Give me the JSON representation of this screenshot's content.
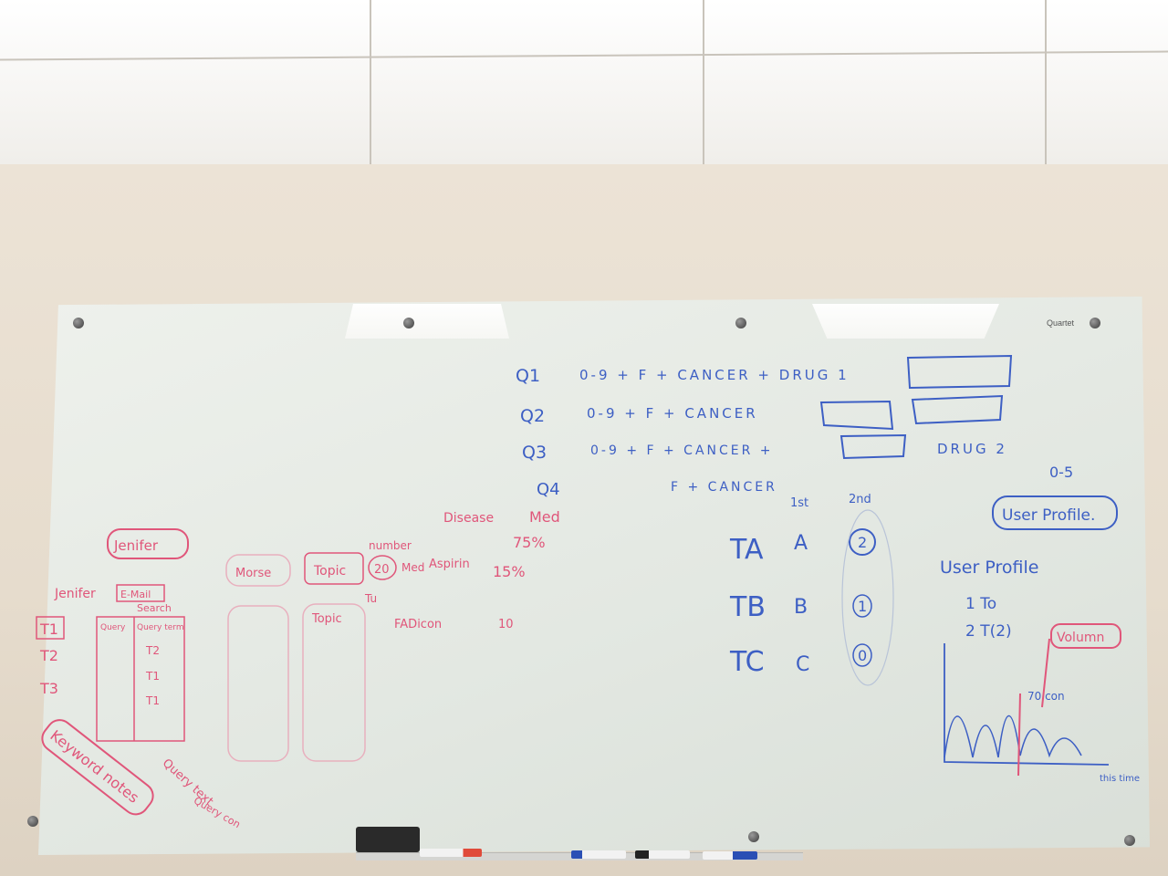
{
  "brand": "Quartet",
  "questions": [
    {
      "label": "Q1",
      "text": "0-9 + F + CANCER + DRUG 1"
    },
    {
      "label": "Q2",
      "text": "0-9 + F + CANCER"
    },
    {
      "label": "Q3",
      "text": "0-9 + F + CANCER +"
    },
    {
      "label": "Q4",
      "text": "F + CANCER"
    }
  ],
  "drug2": "DRUG 2",
  "range": "0-5",
  "user_profile_box": "User Profile.",
  "user_profile_heading": "User Profile",
  "user_profile_items": [
    "1 To",
    "2 T(2)"
  ],
  "column_headers": [
    "1st",
    "2nd"
  ],
  "rows": [
    {
      "t": "TA",
      "letter": "A",
      "mark": "2"
    },
    {
      "t": "TB",
      "letter": "B",
      "mark": "1"
    },
    {
      "t": "TC",
      "letter": "C",
      "mark": "0"
    }
  ],
  "volume_label": "Volumn",
  "chart_notes": [
    "70 con",
    "this time"
  ],
  "red_notes": {
    "jenifer_box": "Jenifer",
    "jenifer_row": "Jenifer",
    "email": "E-Mail",
    "search": "Search",
    "t_list": [
      "T1",
      "T2",
      "T3"
    ],
    "query": "Query",
    "query_term": "Query term",
    "col_items": [
      "T2",
      "T1",
      "T1"
    ],
    "morse": "Morse",
    "topic1": "Topic",
    "topic2": "Topic",
    "number": "number",
    "twenty": "20",
    "med": "Med",
    "aspirin": "Aspirin",
    "tu": "Tu",
    "disease": "Disease",
    "med2": "Med",
    "pct1": "75%",
    "pct2": "15%",
    "fadicon": "FADicon",
    "ten": "10",
    "keyword_notes": "Keyword notes",
    "query_text": "Query text",
    "query_con": "Query con"
  }
}
